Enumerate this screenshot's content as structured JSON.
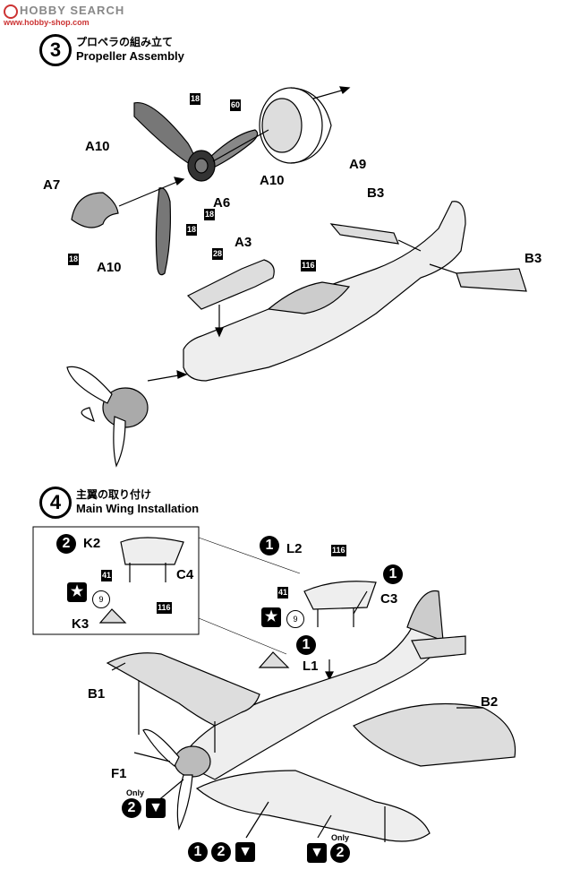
{
  "watermark": {
    "logo_text": "HOBBY SEARCH",
    "sub_text": "www.hobby-shop.com"
  },
  "step3": {
    "number": "3",
    "title_jp": "プロペラの組み立て",
    "title_en": "Propeller Assembly",
    "labels": {
      "a10_top": "A10",
      "a10_right": "A10",
      "a10_bottom": "A10",
      "a7": "A7",
      "a6": "A6",
      "a9": "A9",
      "b3_left": "B3",
      "b3_right": "B3",
      "a3": "A3"
    },
    "boxes": {
      "b18_top": "18",
      "b60": "60",
      "b18_a6": "18",
      "b18_blade": "18",
      "b18_a7": "18",
      "b28": "28",
      "b116": "116"
    }
  },
  "step4": {
    "number": "4",
    "title_jp": "主翼の取り付け",
    "title_en": "Main Wing Installation",
    "labels": {
      "k2": "K2",
      "c4": "C4",
      "k3": "K3",
      "l2": "L2",
      "c3": "C3",
      "l1": "L1",
      "b1": "B1",
      "b2": "B2",
      "f1": "F1"
    },
    "boxes": {
      "b41_inset": "41",
      "b116_inset": "116",
      "b41_main": "41",
      "b116_main": "116"
    },
    "paint": {
      "inset": "9",
      "main": "9"
    },
    "badges": {
      "inset_2": "2",
      "main_1_l2": "1",
      "main_1_c3": "1",
      "main_1_l1": "1",
      "f1_2": "2",
      "bottom_1": "1",
      "bottom_2": "2",
      "bottom_right_2": "2"
    },
    "only_left": "Only",
    "only_right": "Only"
  }
}
